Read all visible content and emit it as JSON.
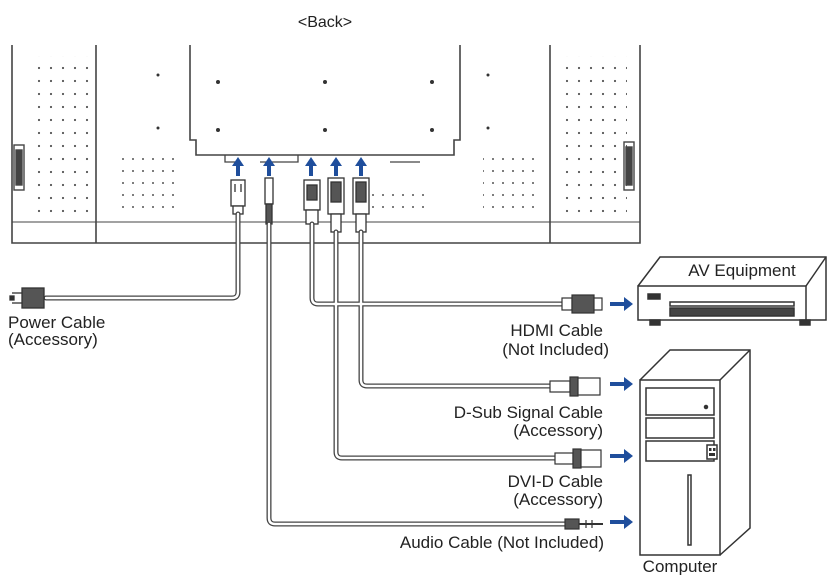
{
  "title": "<Back>",
  "labels": {
    "power_cable": "Power Cable",
    "power_cable_note": "(Accessory)",
    "hdmi_cable": "HDMI Cable",
    "hdmi_cable_note": "(Not Included)",
    "dsub_cable": "D-Sub Signal Cable",
    "dsub_cable_note": "(Accessory)",
    "dvid_cable": "DVI-D Cable",
    "dvid_cable_note": "(Accessory)",
    "audio_cable": "Audio Cable (Not Included)",
    "av_equipment": "AV Equipment",
    "computer": "Computer"
  },
  "colors": {
    "line": "#444444",
    "arrow": "#1f4e9c",
    "dots": "#555555"
  }
}
